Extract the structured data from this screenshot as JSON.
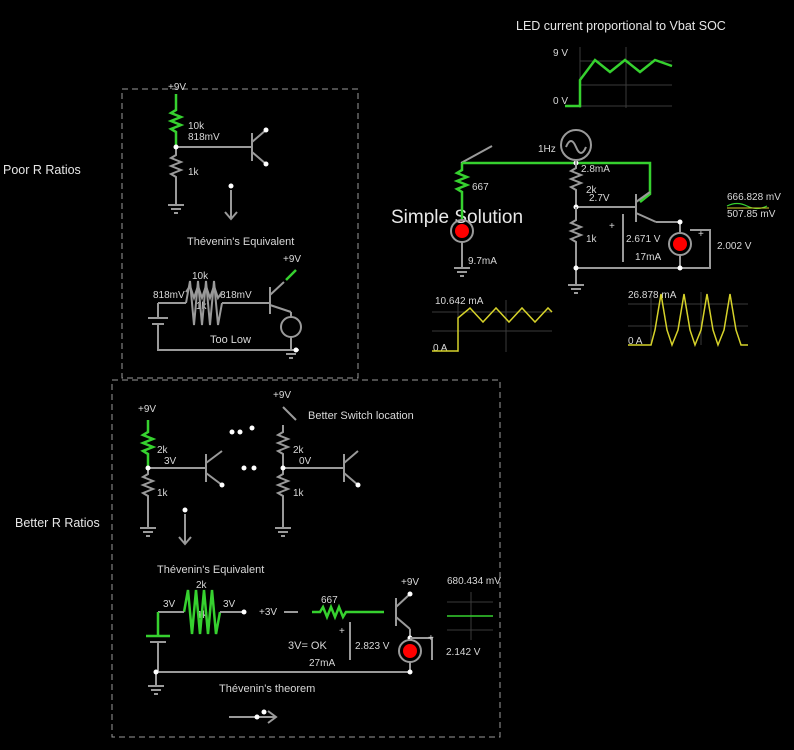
{
  "title": "LED current proportional to Vbat SOC",
  "sections": {
    "poor": "Poor R Ratios",
    "better": "Better R Ratios",
    "simple": "Simple Solution"
  },
  "poor_circuit": {
    "supply": "+9V",
    "r_top": "10k",
    "node_voltage": "818mV",
    "r_bottom": "1k",
    "thevenin_label": "Thévenin's Equivalent",
    "th_supply": "+9V",
    "th_r_top": "10k",
    "th_r_bottom": "1k",
    "th_v_left": "818mV",
    "th_v_right": "818mV",
    "note": "Too Low"
  },
  "better_circuit": {
    "supply": "+9V",
    "r_top": "2k",
    "node_voltage": "3V",
    "r_bottom": "1k",
    "switch_supply": "+9V",
    "switch_label": "Better Switch location",
    "switch_r_top": "2k",
    "switch_node": "0V",
    "switch_r_bottom": "1k",
    "thevenin_label": "Thévenin's Equivalent",
    "th_v_left": "3V",
    "th_r_top": "2k",
    "th_r_bottom": "1k",
    "th_v_right": "3V",
    "th_source": "+3V",
    "th_r_series": "667",
    "th_supply": "+9V",
    "th_ok": "3V= OK",
    "th_vbe": "2.823 V",
    "th_current": "27mA",
    "th_led_v": "2.142 V",
    "theorem_label": "Thévenin's theorem",
    "scope_value": "680.434 mV",
    "plus1": "+",
    "plus2": "+"
  },
  "simple_circuit": {
    "freq": "1Hz",
    "r_series": "667",
    "led_current": "9.7mA",
    "r_top": "2k",
    "branch_current": "2.8mA",
    "node_voltage": "2.7V",
    "r_bottom": "1k",
    "emitter_v": "2.671 V",
    "emitter_current": "17mA",
    "led_v": "2.002 V",
    "scope_top_a": "666.828 mV",
    "scope_top_b": "507.85 mV",
    "plus1": "+",
    "plus2": "+"
  },
  "scopes": {
    "vbat": {
      "max_label": "9 V",
      "min_label": "0 V"
    },
    "led1": {
      "max_label": "10.642 mA",
      "min_label": "0 A"
    },
    "led2": {
      "max_label": "26.878 mA",
      "min_label": "0 A"
    }
  },
  "colors": {
    "background": "#000000",
    "wire": "#9a9a9a",
    "live_wire": "#36d12f",
    "trace_current": "#d6d22a",
    "led": "#ff0000"
  }
}
